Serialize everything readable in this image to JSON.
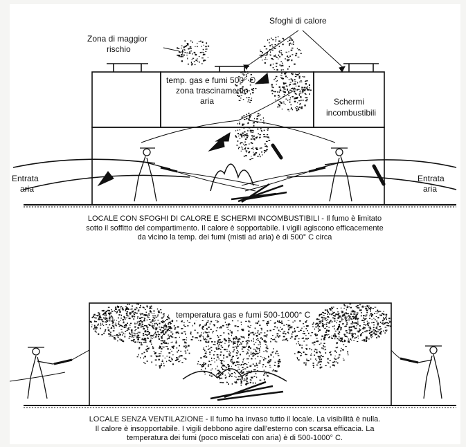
{
  "diagram1": {
    "labels": {
      "sfoghi": "Sfoghi di calore",
      "zona_line1": "Zona di maggior",
      "zona_line2": "rischio",
      "temp_line1": "temp. gas e fumi 500° C",
      "temp_line2": "zona trascinamento",
      "temp_line3": "aria",
      "schermi_line1": "Schermi",
      "schermi_line2": "incombustibili",
      "entrata_left_line1": "Entrata",
      "entrata_left_line2": "aria",
      "entrata_right_line1": "Entrata",
      "entrata_right_line2": "aria"
    },
    "caption": [
      "LOCALE CON SFOGHI DI CALORE E SCHERMI INCOMBUSTIBILI - Il fumo è limitato",
      "sotto il soffitto del compartimento. Il calore è sopportabile. I vigili agiscono efficacemente",
      "da vicino la temp. dei fumi (misti ad aria) è di 500° C circa"
    ]
  },
  "diagram2": {
    "labels": {
      "temp": "temperatura gas e fumi 500-1000° C"
    },
    "caption": [
      "LOCALE SENZA VENTILAZIONE - Il fumo ha invaso tutto il locale. La visibilità è nulla.",
      "Il calore è insopportabile. I vigili debbono agire dall'esterno con scarsa efficacia. La",
      "temperatura dei fumi (poco miscelati con aria) è di 500-1000° C."
    ]
  },
  "colors": {
    "ink": "#111111",
    "paper": "#ffffff",
    "background": "#f5f5f3"
  }
}
